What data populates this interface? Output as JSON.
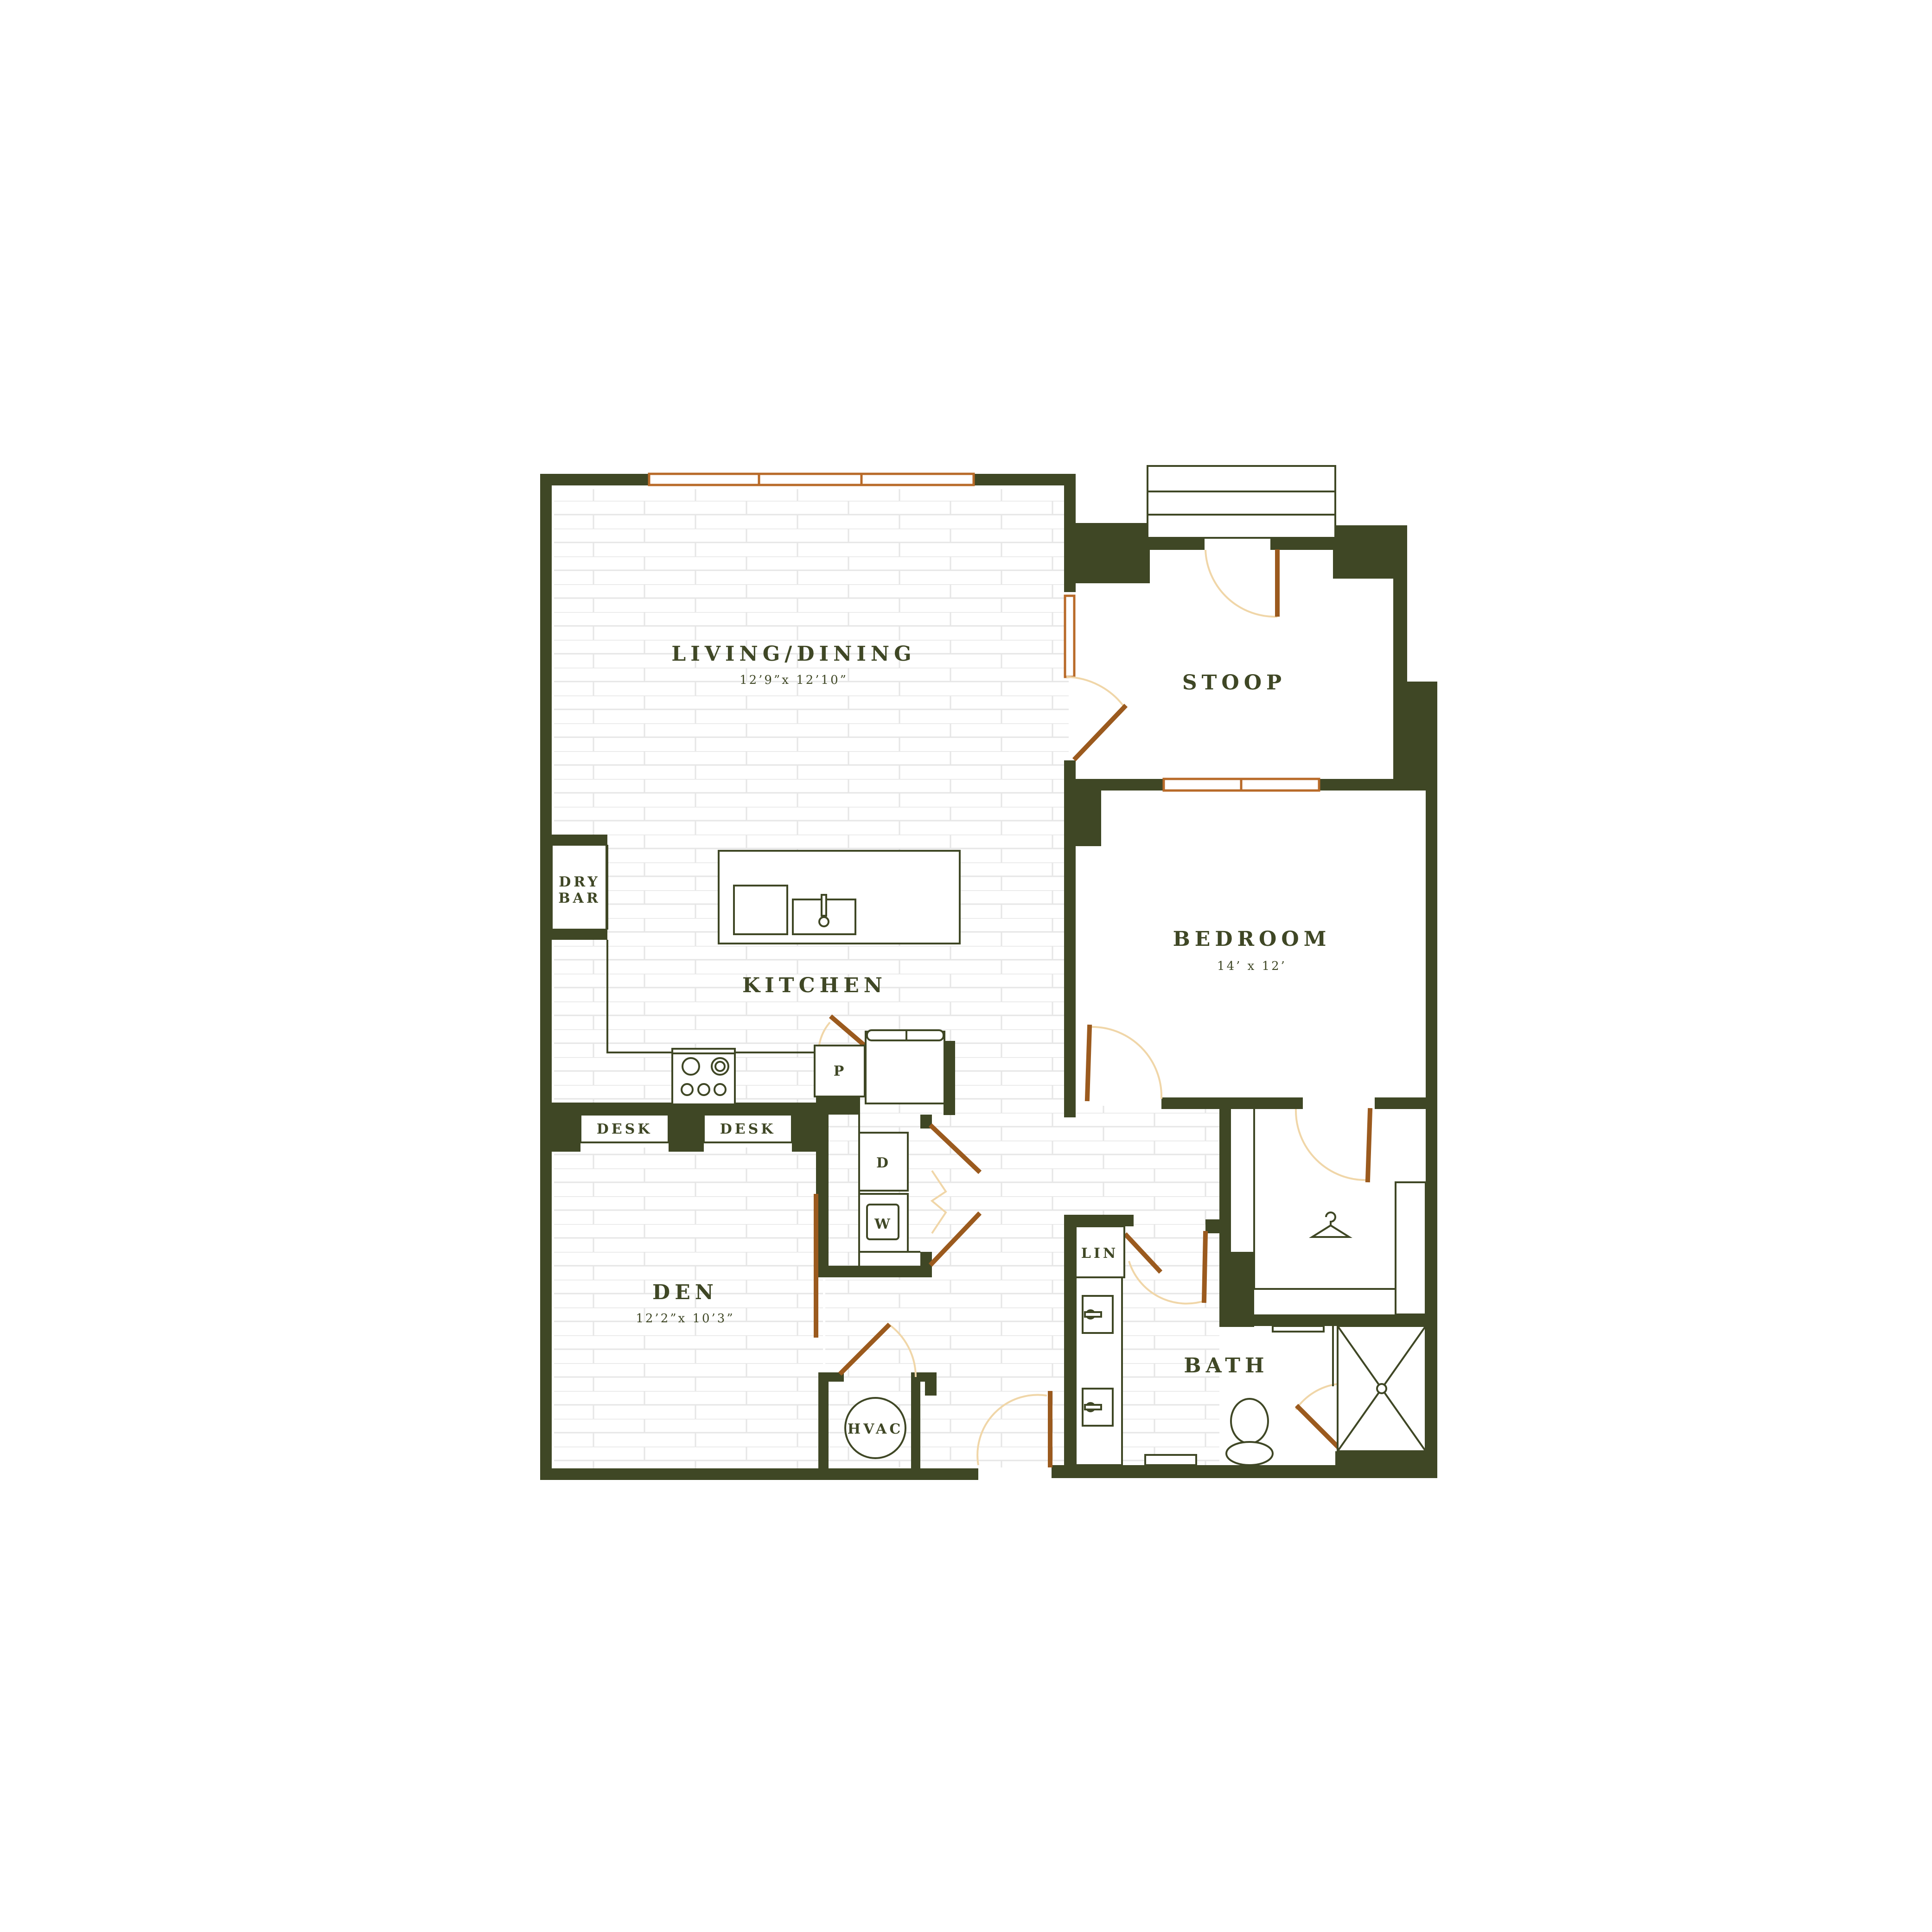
{
  "colors": {
    "wall": "#3f4725",
    "door": "#9b5a1e",
    "swing": "#f0d6a8",
    "window": "#b86a28",
    "floor_line": "#e6e6e6",
    "fixture": "#3f4725"
  },
  "rooms": {
    "living_dining": {
      "name": "LIVING/DINING",
      "dims": "12’9”x 12’10”"
    },
    "kitchen": {
      "name": "KITCHEN"
    },
    "den": {
      "name": "DEN",
      "dims": "12’2”x 10’3”"
    },
    "stoop": {
      "name": "STOOP"
    },
    "bedroom": {
      "name": "BEDROOM",
      "dims": "14’ x 12’"
    },
    "bath": {
      "name": "BATH"
    }
  },
  "fixtures": {
    "dry_bar_line1": "DRY",
    "dry_bar_line2": "BAR",
    "desk_1": "DESK",
    "desk_2": "DESK",
    "pantry": "P",
    "dryer": "D",
    "washer": "W",
    "linen": "LIN",
    "hvac": "HVAC"
  },
  "icons": {
    "closet": "hanger-icon"
  }
}
